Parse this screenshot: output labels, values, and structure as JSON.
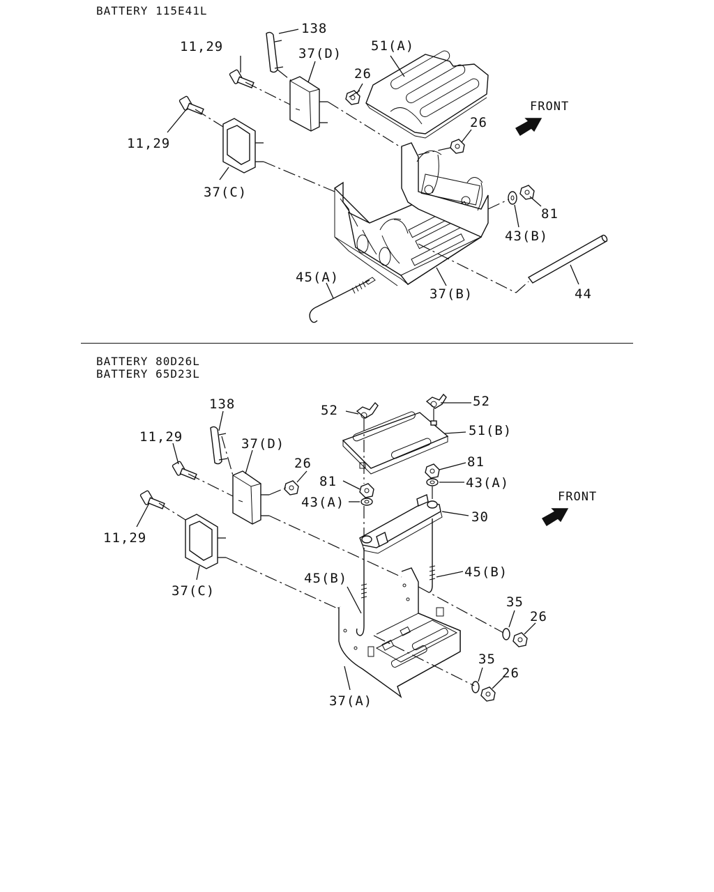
{
  "sections": [
    {
      "headings": [
        "BATTERY 115E41L"
      ],
      "labels": {
        "p138": "138",
        "p11_29_a": "11,29",
        "p37d": "37(D)",
        "p51a": "51(A)",
        "p26_a": "26",
        "front": "FRONT",
        "p11_29_b": "11,29",
        "p26_b": "26",
        "p37c": "37(C)",
        "p81": "81",
        "p43b": "43(B)",
        "p45a": "45(A)",
        "p37b": "37(B)",
        "p44": "44"
      }
    },
    {
      "headings": [
        "BATTERY 80D26L",
        "BATTERY 65D23L"
      ],
      "labels": {
        "p138": "138",
        "p52_a": "52",
        "p52_b": "52",
        "p11_29_a": "11,29",
        "p37d": "37(D)",
        "p51b": "51(B)",
        "p26_a": "26",
        "p81_a": "81",
        "p81_b": "81",
        "p43a_a": "43(A)",
        "p43a_b": "43(A)",
        "front": "FRONT",
        "p11_29_b": "11,29",
        "p30": "30",
        "p45b_a": "45(B)",
        "p45b_b": "45(B)",
        "p37c": "37(C)",
        "p35_a": "35",
        "p26_b": "26",
        "p35_b": "35",
        "p26_c": "26",
        "p37a": "37(A)"
      }
    }
  ]
}
